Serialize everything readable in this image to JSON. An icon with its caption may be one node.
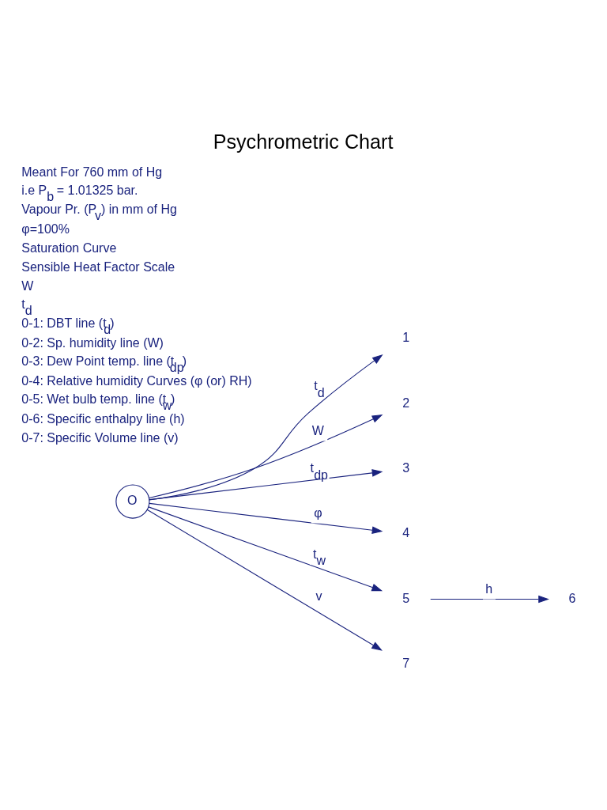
{
  "diagram": {
    "title": "Psychrometric Chart",
    "nodes": [
      {
        "text": [
          "O"
        ]
      },
      {
        "text": [
          "1"
        ]
      },
      {
        "text": [
          "2"
        ]
      },
      {
        "text": [
          "3"
        ]
      },
      {
        "text": [
          "4"
        ]
      },
      {
        "text": [
          "5"
        ]
      },
      {
        "text": [
          "6"
        ]
      },
      {
        "text": [
          "7"
        ]
      }
    ],
    "edges": [
      {
        "from": 0,
        "to": 1,
        "arrow": "to",
        "label": "t$_{d}$"
      },
      {
        "from": 0,
        "to": 2,
        "arrow": "to",
        "label": "W"
      },
      {
        "from": 0,
        "to": 3,
        "arrow": "to",
        "label": "t$_{dp}$"
      },
      {
        "from": 0,
        "to": 4,
        "arrow": "to",
        "label": "φ"
      },
      {
        "from": 0,
        "to": 5,
        "arrow": "to",
        "label": "t$_{w}$"
      },
      {
        "from": 5,
        "to": 6,
        "arrow": "to",
        "label": "h"
      },
      {
        "from": 0,
        "to": 7,
        "arrow": "to",
        "label": "v"
      }
    ],
    "labels": [
      "Meant For 760 mm of Hg",
      "i.e P$_{b}$ = 1.01325 bar.",
      "Vapour Pr. (P$_{v}$) in mm of Hg",
      "φ=100%",
      "Saturation Curve",
      "Sensible Heat Factor Scale",
      "W",
      "t$_{d}$",
      "0-1: DBT line (t$_{d}$)",
      "0-2: Sp. humidity line (W)",
      "0-3: Dew Point temp. line (t$_{dp}$)",
      "0-4: Relative humidity Curves (φ (or) RH)",
      "0-5: Wet bulb temp. line (t$_{w}$)",
      "0-6: Specific enthalpy line (h)",
      "0-7: Specific Volume line (v)"
    ]
  }
}
